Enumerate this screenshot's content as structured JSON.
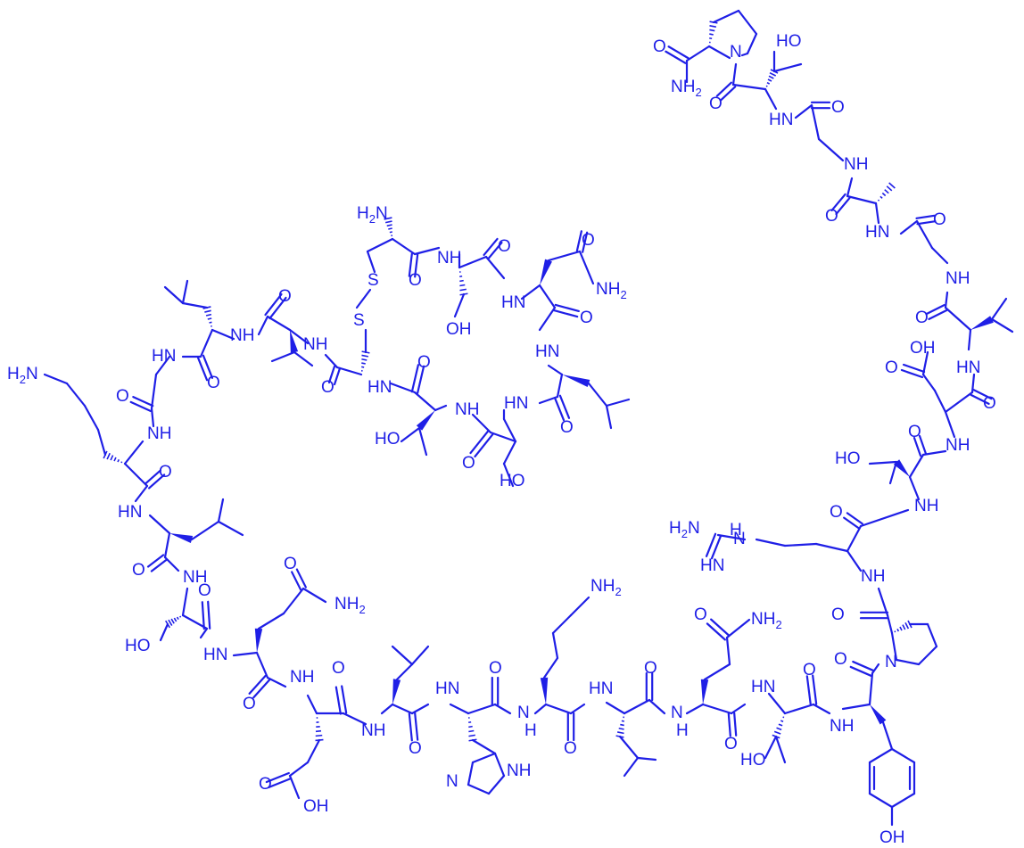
{
  "molecule": {
    "labels": {
      "nh": "NH",
      "hn": "HN",
      "h": "H",
      "n": "N",
      "o": "O",
      "s": "S",
      "ho": "HO",
      "oh": "OH",
      "nh2": "NH2",
      "h2n": "H2N",
      "hn_imine": "HN"
    },
    "color": "#1f1fe6"
  }
}
